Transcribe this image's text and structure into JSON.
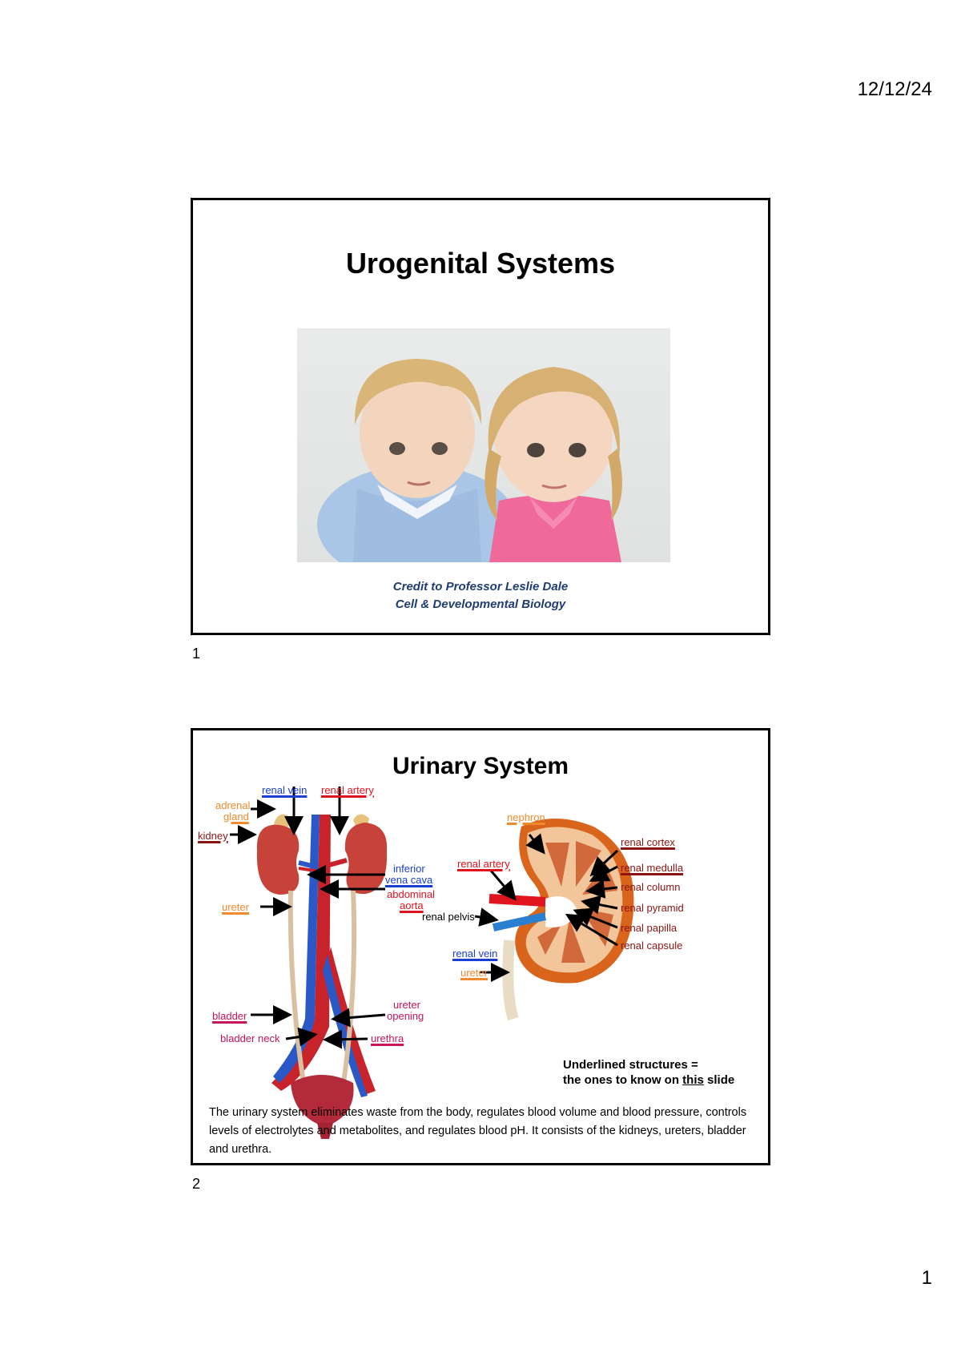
{
  "header": {
    "date": "12/12/24"
  },
  "page_number": "1",
  "slide1": {
    "number": "1",
    "title": "Urogenital Systems",
    "credit_line1": "Credit to Professor Leslie Dale",
    "credit_line2": "Cell & Developmental Biology"
  },
  "slide2": {
    "number": "2",
    "title": "Urinary System",
    "labels_left": {
      "renal_vein": "renal vein",
      "renal_artery": "renal artery",
      "adrenal_gland_1": "adrenal",
      "adrenal_gland_2": "gland",
      "kidney": "kidney",
      "inferior_vena_cava_1": "inferior",
      "inferior_vena_cava_2": "vena cava",
      "abdominal_aorta_1": "abdominal",
      "abdominal_aorta_2": "aorta",
      "ureter": "ureter",
      "bladder": "bladder",
      "ureter_opening_1": "ureter",
      "ureter_opening_2": "opening",
      "bladder_neck": "bladder neck",
      "urethra": "urethra"
    },
    "labels_right": {
      "nephron": "nephron",
      "renal_artery": "renal artery",
      "renal_cortex": "renal cortex",
      "renal_medulla": "renal medulla",
      "renal_column": "renal column",
      "renal_pyramid": "renal pyramid",
      "renal_pelvis": "renal pelvis",
      "renal_papilla": "renal papilla",
      "renal_capsule": "renal capsule",
      "renal_vein": "renal vein",
      "ureter": "ureter"
    },
    "note_line1": "Underlined structures =",
    "note_line2_a": "the ones to know on ",
    "note_line2_b": "this",
    "note_line2_c": " slide",
    "description": "The urinary system eliminates waste from the body, regulates blood volume and blood pressure, controls levels of electrolytes and metabolites, and regulates blood pH. It consists of the kidneys, ureters, bladder and urethra."
  }
}
